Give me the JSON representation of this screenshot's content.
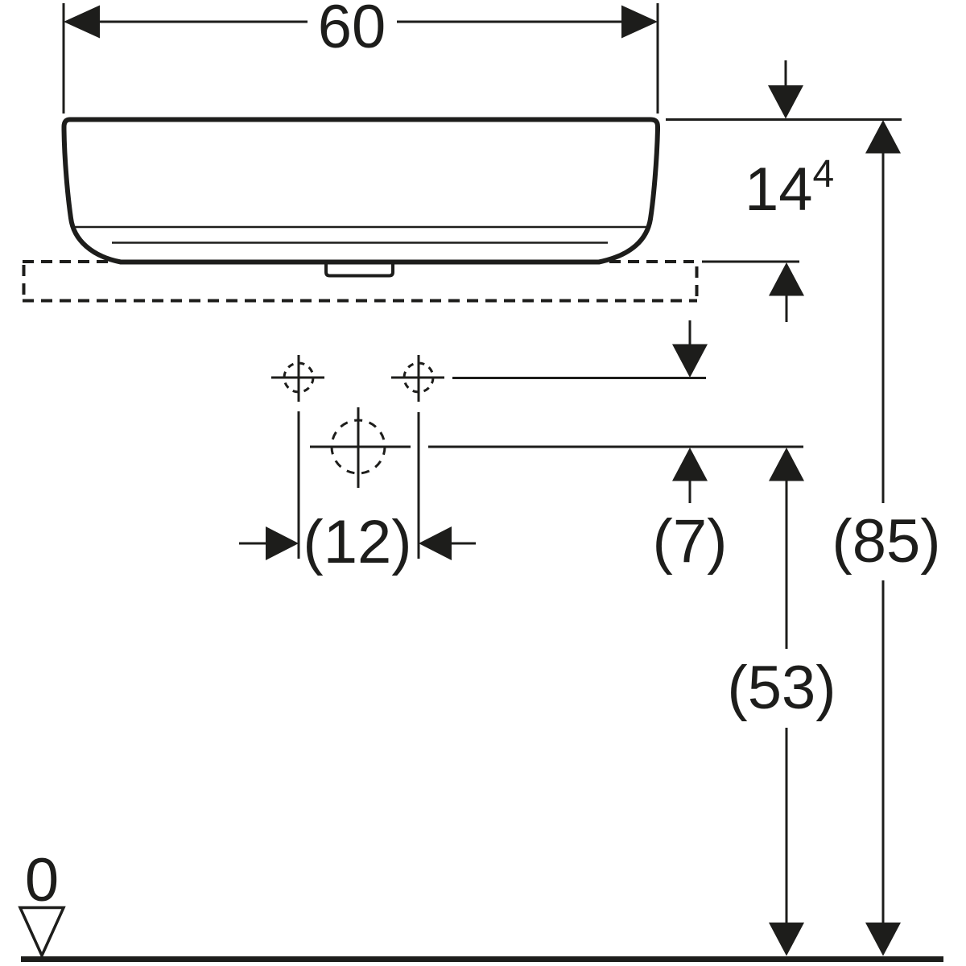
{
  "drawing": {
    "type": "technical-dimension-drawing",
    "subject": "lay-on washbasin side elevation with countertop and installation heights",
    "background_color": "#ffffff",
    "line_color": "#1d1d1b",
    "dimensions": {
      "overall_width": "60",
      "basin_height": {
        "base": "14",
        "superscript": "4"
      },
      "tap_hole_spacing": "(12)",
      "tap_holes_to_outlet": "(7)",
      "rim_height_above_floor": "(85)",
      "outlet_height_above_floor": "(53)",
      "floor_datum": "0"
    }
  }
}
